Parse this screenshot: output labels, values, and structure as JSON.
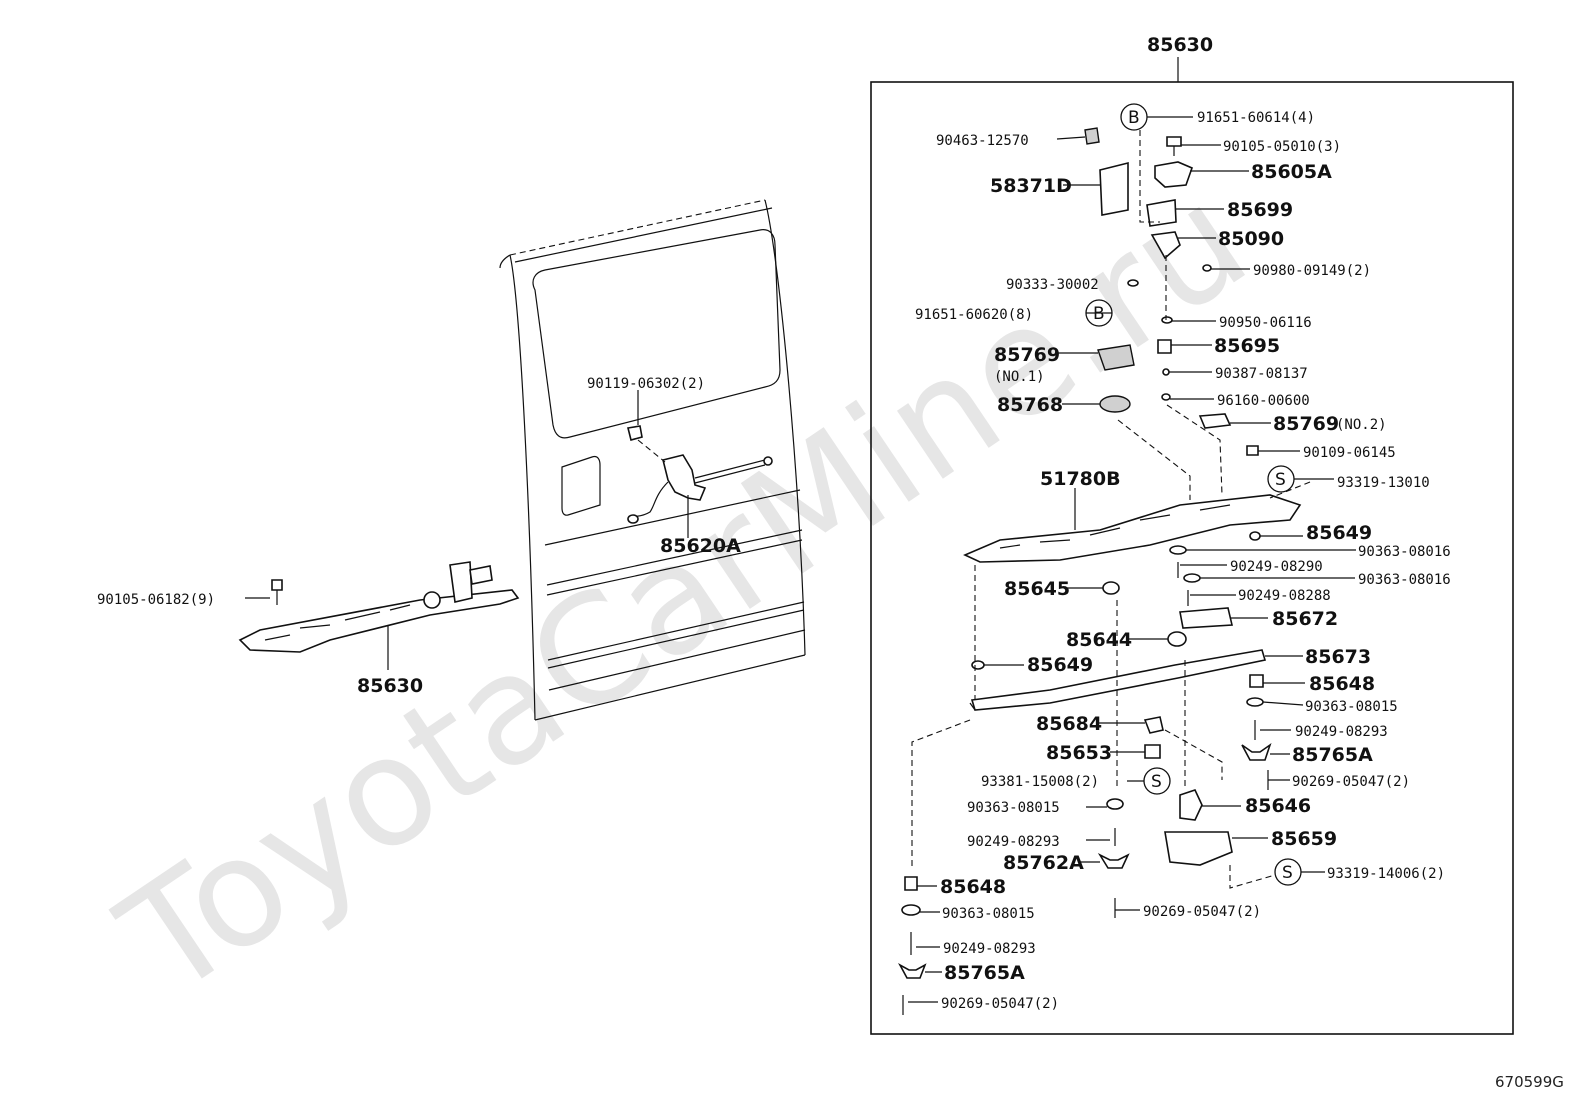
{
  "watermark": "ToyotaCarMine.ru",
  "figure_ref": "670599G",
  "box_title": "85630",
  "left_labels": {
    "bolt_9": "90105-06182(9)",
    "assy_85630": "85630",
    "bolt_2": "90119-06302(2)",
    "motor": "85620A"
  },
  "callouts": {
    "B": "B",
    "S": "S"
  },
  "parts": [
    {
      "id": "p01",
      "text": "91651-60614(4)"
    },
    {
      "id": "p02",
      "text": "90463-12570"
    },
    {
      "id": "p03",
      "text": "90105-05010(3)"
    },
    {
      "id": "p04",
      "text": "85605A"
    },
    {
      "id": "p05",
      "text": "58371D"
    },
    {
      "id": "p06",
      "text": "85699"
    },
    {
      "id": "p07",
      "text": "85090"
    },
    {
      "id": "p08",
      "text": "90980-09149(2)"
    },
    {
      "id": "p09",
      "text": "90333-30002"
    },
    {
      "id": "p10",
      "text": "91651-60620(8)"
    },
    {
      "id": "p11",
      "text": "90950-06116"
    },
    {
      "id": "p12",
      "text": "85769"
    },
    {
      "id": "p13",
      "text": "(NO.1)"
    },
    {
      "id": "p14",
      "text": "85695"
    },
    {
      "id": "p15",
      "text": "90387-08137"
    },
    {
      "id": "p16",
      "text": "85768"
    },
    {
      "id": "p17",
      "text": "96160-00600"
    },
    {
      "id": "p18",
      "text": "85769"
    },
    {
      "id": "p19",
      "text": "(NO.2)"
    },
    {
      "id": "p20",
      "text": "90109-06145"
    },
    {
      "id": "p21",
      "text": "51780B"
    },
    {
      "id": "p22",
      "text": "93319-13010"
    },
    {
      "id": "p23",
      "text": "85649"
    },
    {
      "id": "p24",
      "text": "90363-08016"
    },
    {
      "id": "p25",
      "text": "90249-08290"
    },
    {
      "id": "p26",
      "text": "90363-08016"
    },
    {
      "id": "p27",
      "text": "85645"
    },
    {
      "id": "p28",
      "text": "90249-08288"
    },
    {
      "id": "p29",
      "text": "85672"
    },
    {
      "id": "p30",
      "text": "85644"
    },
    {
      "id": "p31",
      "text": "85673"
    },
    {
      "id": "p32",
      "text": "85649"
    },
    {
      "id": "p33",
      "text": "85648"
    },
    {
      "id": "p34",
      "text": "90363-08015"
    },
    {
      "id": "p35",
      "text": "85684"
    },
    {
      "id": "p36",
      "text": "90249-08293"
    },
    {
      "id": "p37",
      "text": "85653"
    },
    {
      "id": "p38",
      "text": "85765A"
    },
    {
      "id": "p39",
      "text": "93381-15008(2)"
    },
    {
      "id": "p40",
      "text": "90269-05047(2)"
    },
    {
      "id": "p41",
      "text": "90363-08015"
    },
    {
      "id": "p42",
      "text": "85646"
    },
    {
      "id": "p43",
      "text": "90249-08293"
    },
    {
      "id": "p44",
      "text": "85659"
    },
    {
      "id": "p45",
      "text": "85762A"
    },
    {
      "id": "p46",
      "text": "93319-14006(2)"
    },
    {
      "id": "p47",
      "text": "85648"
    },
    {
      "id": "p48",
      "text": "90363-08015"
    },
    {
      "id": "p49",
      "text": "90269-05047(2)"
    },
    {
      "id": "p50",
      "text": "90249-08293"
    },
    {
      "id": "p51",
      "text": "85765A"
    },
    {
      "id": "p52",
      "text": "90269-05047(2)"
    }
  ]
}
